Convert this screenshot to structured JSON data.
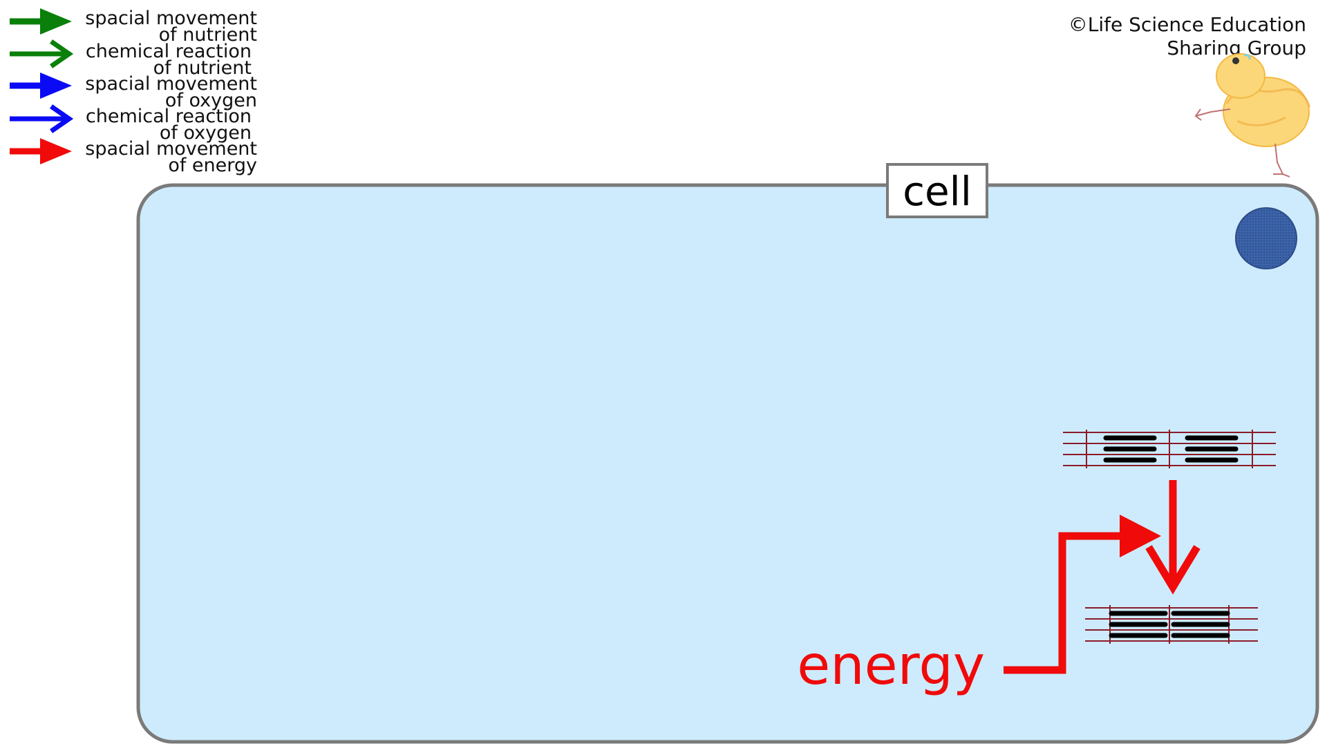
{
  "legend": {
    "items": [
      {
        "line1": "spacial movement",
        "line2": "of nutrient",
        "color": "#0a800a",
        "style": "filled"
      },
      {
        "line1": "chemical reaction",
        "line2": "of nutrient",
        "color": "#0a800a",
        "style": "open"
      },
      {
        "line1": "spacial movement",
        "line2": "of oxygen",
        "color": "#0a0af5",
        "style": "filled"
      },
      {
        "line1": "chemical reaction",
        "line2": "of oxygen",
        "color": "#0a0af5",
        "style": "open"
      },
      {
        "line1": "spacial movement",
        "line2": "of energy",
        "color": "#f00a0a",
        "style": "filled"
      }
    ]
  },
  "copyright": {
    "line1": "©Life Science Education",
    "line2": "Sharing Group"
  },
  "cell": {
    "label": "cell",
    "fill": "#cdebfc",
    "border": "#7a7a7a"
  },
  "nucleus": {
    "color": "#3a5fa0"
  },
  "energy": {
    "label": "energy",
    "color": "#f00a0a"
  },
  "muscle": {
    "line_color": "#8b1a2a",
    "filament_color": "#000000"
  }
}
